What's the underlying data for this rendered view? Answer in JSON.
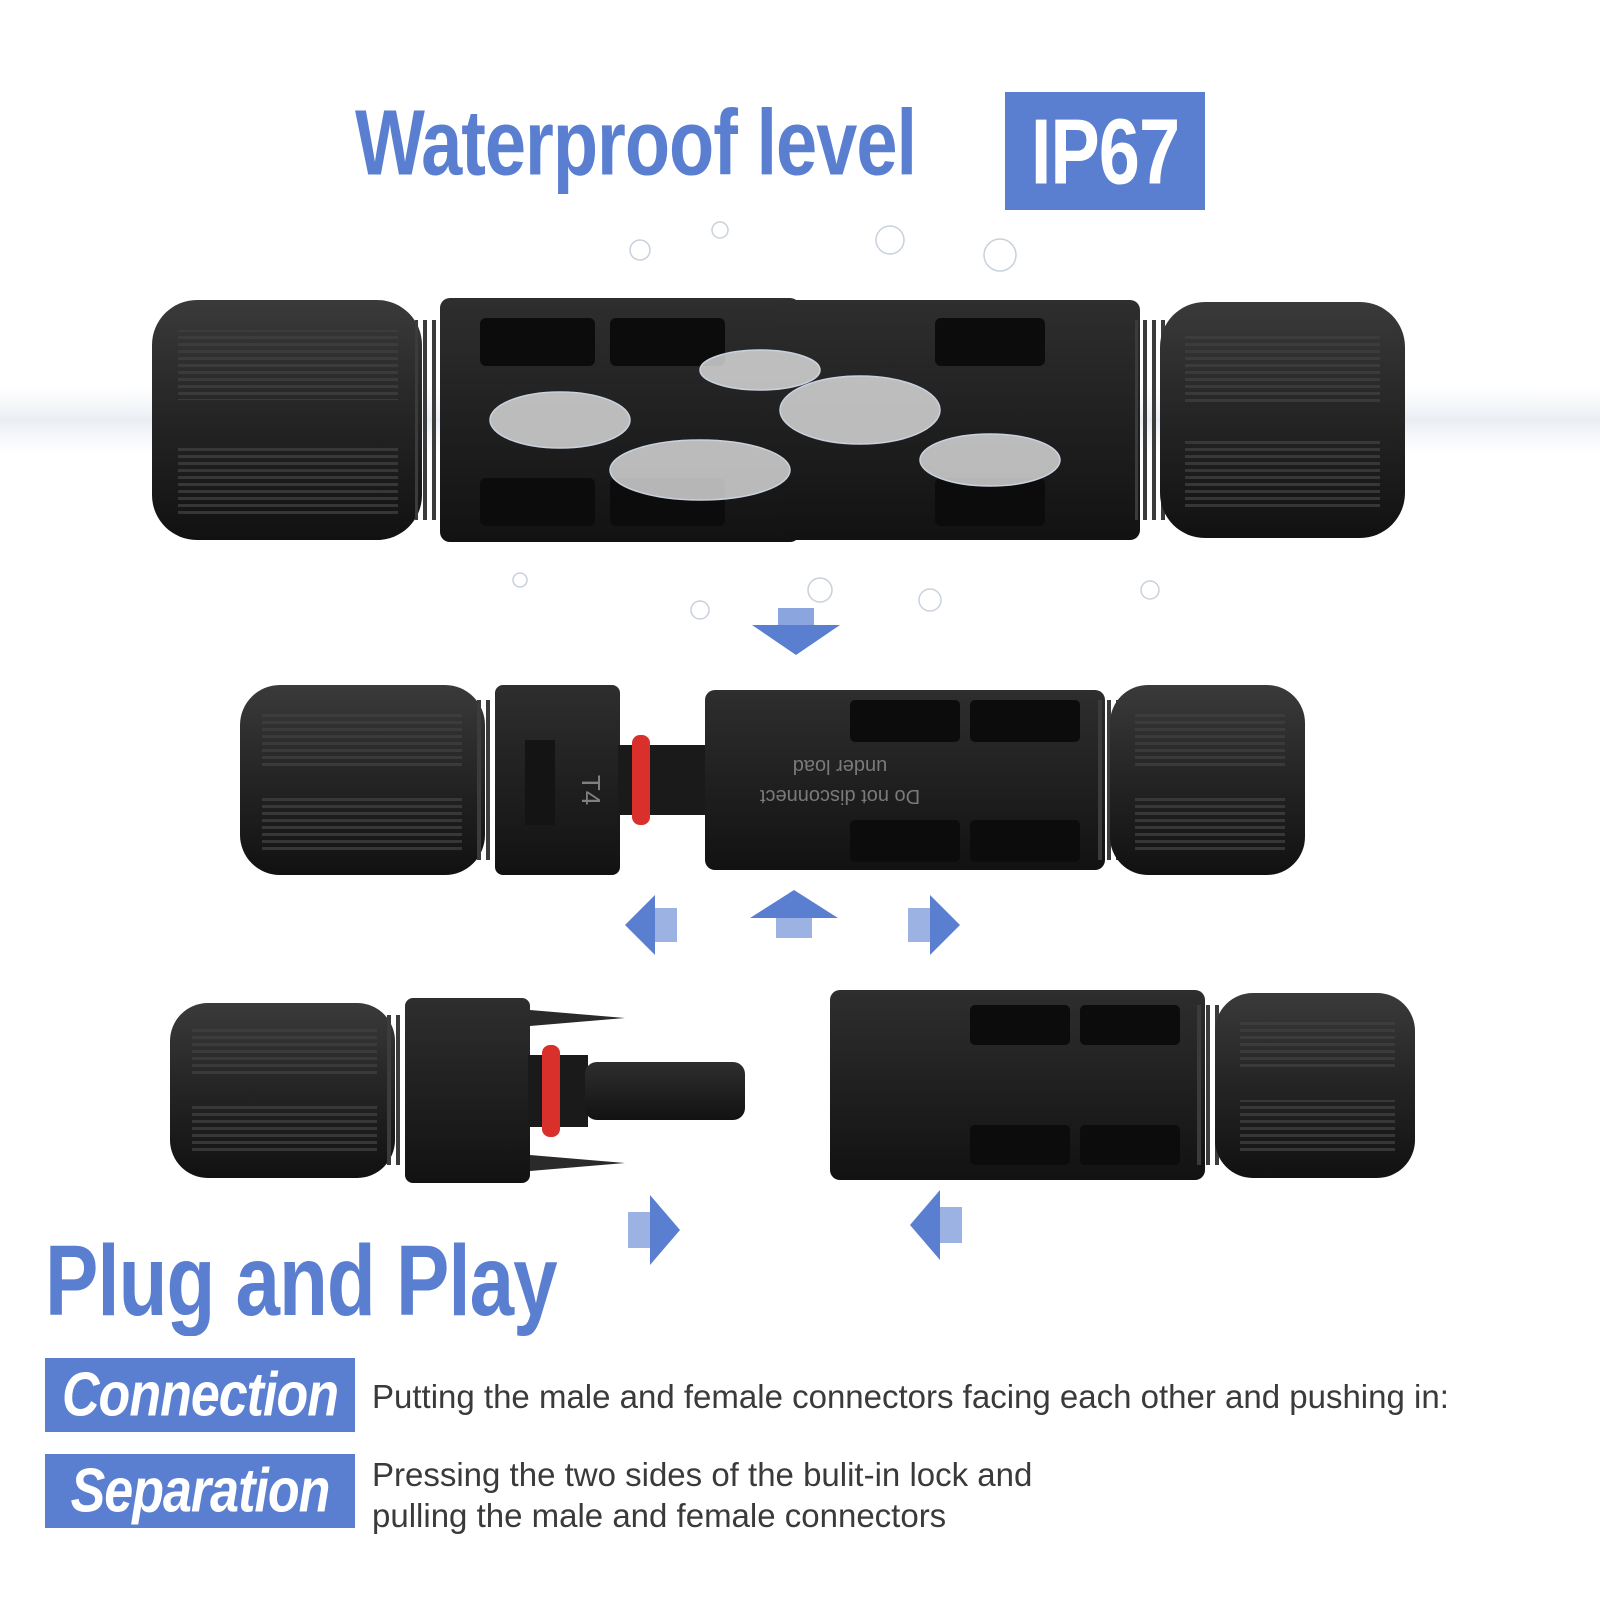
{
  "header": {
    "title": "Waterproof level",
    "badge": "IP67"
  },
  "connector_markings": {
    "warning_line1": "Do not disconnect",
    "warning_line2": "under load",
    "model": "T4"
  },
  "plug": {
    "title": "Plug and Play"
  },
  "steps": [
    {
      "label": "Connection",
      "description": "Putting the male and female connectors facing each other and pushing in:"
    },
    {
      "label": "Separation",
      "description": "Pressing the two sides of the bulit-in lock and pulling the male and female connectors"
    }
  ],
  "colors": {
    "accent": "#5a7fd0",
    "connector_body": "#1f1f1f",
    "seal": "#d9302b",
    "text": "#3a3a3a"
  }
}
